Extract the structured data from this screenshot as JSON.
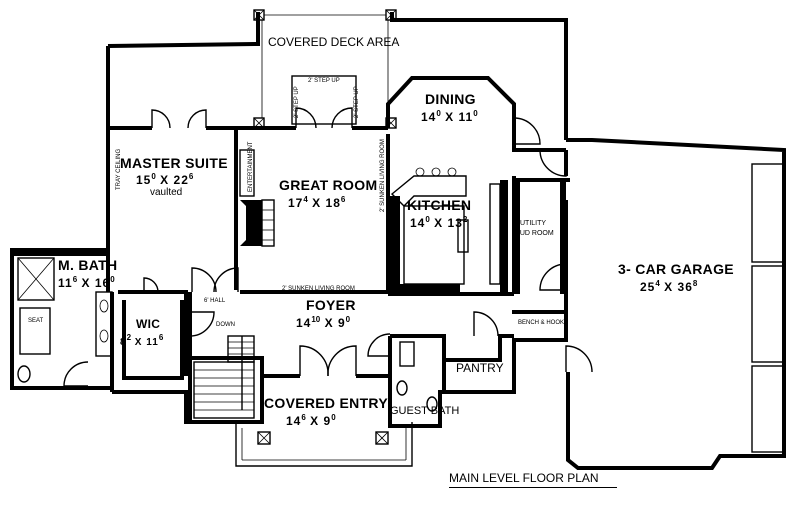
{
  "plan_title": "MAIN LEVEL FLOOR PLAN",
  "rooms": {
    "covered_deck": {
      "name": "COVERED DECK AREA"
    },
    "dining": {
      "name": "DINING",
      "w": "14",
      "w_in": "0",
      "sep": "X",
      "d": "11",
      "d_in": "0"
    },
    "master_suite": {
      "name": "MASTER SUITE",
      "w": "15",
      "w_in": "0",
      "sep": "X",
      "d": "22",
      "d_in": "6",
      "note": "vaulted"
    },
    "great_room": {
      "name": "GREAT ROOM",
      "w": "17",
      "w_in": "4",
      "sep": "X",
      "d": "18",
      "d_in": "6"
    },
    "kitchen": {
      "name": "KITCHEN",
      "w": "14",
      "w_in": "0",
      "sep": "X",
      "d": "13",
      "d_in": "2"
    },
    "garage": {
      "name": "3- CAR GARAGE",
      "w": "25",
      "w_in": "4",
      "sep": "X",
      "d": "36",
      "d_in": "8"
    },
    "m_bath": {
      "name": "M. BATH",
      "w": "11",
      "w_in": "6",
      "sep": "X",
      "d": "16",
      "d_in": "0"
    },
    "foyer": {
      "name": "FOYER",
      "w": "14",
      "w_in": "10",
      "sep": "X",
      "d": "9",
      "d_in": "0"
    },
    "wic": {
      "name": "WIC",
      "w": "8",
      "w_in": "2",
      "sep": "X",
      "d": "11",
      "d_in": "6"
    },
    "covered_entry": {
      "name": "COVERED ENTRY",
      "w": "14",
      "w_in": "6",
      "sep": "X",
      "d": "9",
      "d_in": "0"
    },
    "pantry": {
      "name": "PANTRY"
    },
    "guest_bath": {
      "name": "GUEST BATH"
    },
    "utility": {
      "name": "UTILITY",
      "sub": "MUD ROOM"
    }
  },
  "notes": {
    "step_up_top": "2' STEP UP",
    "step_up_left": "2' STEP UP",
    "step_up_right": "2' STEP UP",
    "entertainment": "ENTERTAINMENT",
    "sunken_living_room_side": "2' SUNKEN LIVING ROOM",
    "sunken_living_room_bottom": "2' SUNKEN LIVING ROOM",
    "hall": "6' HALL",
    "down": "DOWN",
    "bench_hooks": "BENCH & HOOKS",
    "seat": "SEAT",
    "tray_ceiling": "TRAY CEILING"
  }
}
